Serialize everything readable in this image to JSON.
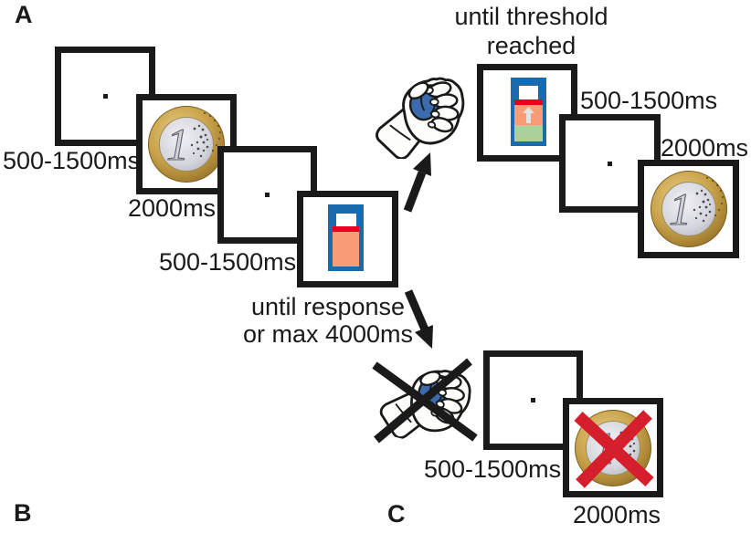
{
  "figure": {
    "panel_labels": {
      "a": "A",
      "b": "B",
      "c": "C"
    },
    "trial_sequence": {
      "fixation1": "500-1500ms",
      "reward_cue": "2000ms",
      "fixation2": "500-1500ms",
      "response_line1": "until response",
      "response_line2": "or max 4000ms"
    },
    "success_branch": {
      "grip_line1": "until threshold",
      "grip_line2": "reached",
      "fixation": "500-1500ms",
      "reward_outcome": "2000ms"
    },
    "failure_branch": {
      "fixation": "500-1500ms",
      "no_reward_outcome": "2000ms"
    },
    "icons": {
      "fixation_dot": "fixation-dot",
      "euro_coin": "one-euro-coin-icon",
      "force_gauge": "force-gauge-icon",
      "force_gauge_threshold": "force-gauge-threshold-icon",
      "hand_grip": "hand-squeezing-gripper-icon",
      "crossed_hand": "crossed-out-hand-icon",
      "success_arrow": "arrow-up-right-icon",
      "failure_arrow": "arrow-down-right-icon",
      "no_reward_cross": "red-cross-icon"
    },
    "colors": {
      "text": "#1a1a1a",
      "frame_border": "#1a1a1a",
      "gauge_blue": "#1c6aae",
      "gauge_threshold_red": "#e4001e",
      "gauge_fill_salmon": "#f79c74",
      "gauge_fill_green": "#abd09b",
      "grip_ball_blue": "#3a6cad",
      "coin_gold": "#c9a24a",
      "coin_silver": "#d9d9e0",
      "cross_red": "#d61f2c"
    }
  }
}
